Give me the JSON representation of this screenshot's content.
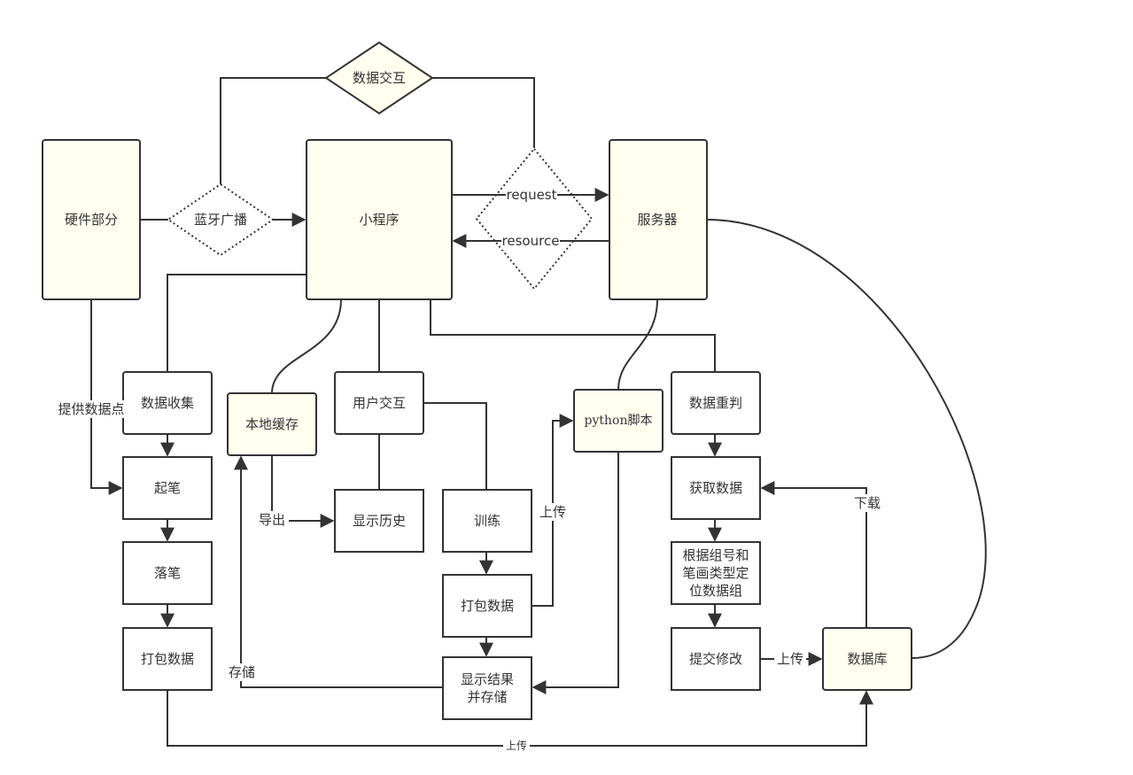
{
  "colors": {
    "highlight_fill": "#FFFFF0",
    "plain_fill": "#FFFFFF",
    "stroke": "#333333"
  },
  "nodes": {
    "data_exchange": "数据交互",
    "hardware": "硬件部分",
    "bluetooth": "蓝牙广播",
    "miniprogram": "小程序",
    "server": "服务器",
    "data_collect": "数据收集",
    "local_cache": "本地缓存",
    "user_interaction": "用户交互",
    "python_script": "python脚本",
    "data_rejudge": "数据重判",
    "pen_down": "起笔",
    "show_history": "显示历史",
    "train": "训练",
    "get_data": "获取数据",
    "pen_up": "落笔",
    "pack_data_left": "打包数据",
    "pack_data_mid": "打包数据",
    "locate_line1": "根据组号和",
    "locate_line2": "笔画类型定",
    "locate_line3": "位数据组",
    "show_result_line1": "显示结果",
    "show_result_line2": "并存储",
    "submit_edit": "提交修改",
    "database": "数据库"
  },
  "edge_labels": {
    "request": "request",
    "resource": "resource",
    "provide_points": "提供数据点",
    "export": "导出",
    "upload_python": "上传",
    "download": "下载",
    "store": "存储",
    "upload_db": "上传",
    "upload_bottom": "上传"
  }
}
